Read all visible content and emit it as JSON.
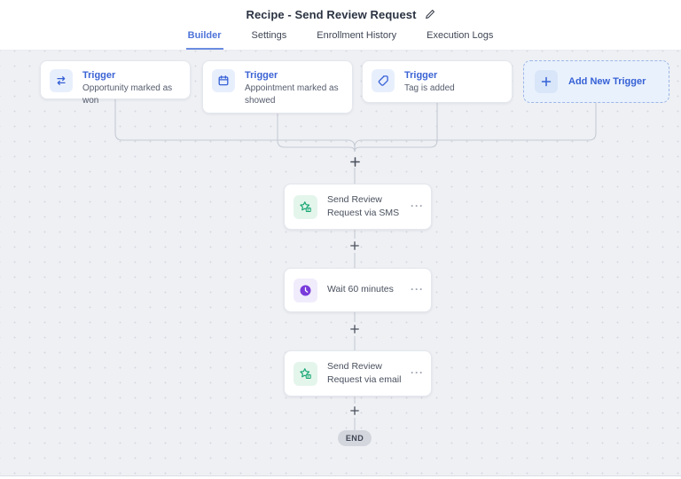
{
  "header": {
    "title": "Recipe - Send Review Request"
  },
  "tabs": [
    {
      "label": "Builder",
      "active": true
    },
    {
      "label": "Settings",
      "active": false
    },
    {
      "label": "Enrollment History",
      "active": false
    },
    {
      "label": "Execution Logs",
      "active": false
    }
  ],
  "triggers": [
    {
      "icon": "swap-arrows-icon",
      "title": "Trigger",
      "subtitle": "Opportunity marked as won"
    },
    {
      "icon": "calendar-icon",
      "title": "Trigger",
      "subtitle": "Appointment marked as showed"
    },
    {
      "icon": "tag-icon",
      "title": "Trigger",
      "subtitle": "Tag is added"
    }
  ],
  "add_new_trigger": {
    "icon": "plus-icon",
    "label": "Add New Trigger"
  },
  "actions": [
    {
      "icon": "review-star-icon",
      "label": "Send Review Request via SMS",
      "menu": "more-options"
    },
    {
      "icon": "wait-clock-icon",
      "label": "Wait 60 minutes",
      "menu": "more-options"
    },
    {
      "icon": "review-star-icon",
      "label": "Send Review Request via email",
      "menu": "more-options"
    }
  ],
  "canvas": {
    "end_label": "END",
    "more_glyph": "···",
    "add_step_icon": "plus-icon"
  },
  "colors": {
    "accent_blue": "#3661d6",
    "action_green": "#17a673",
    "wait_purple": "#7a3bdb",
    "connector_gray": "#c7cbd4",
    "canvas_bg": "#eef0f4",
    "add_trigger_bg": "#e9f1fc"
  }
}
